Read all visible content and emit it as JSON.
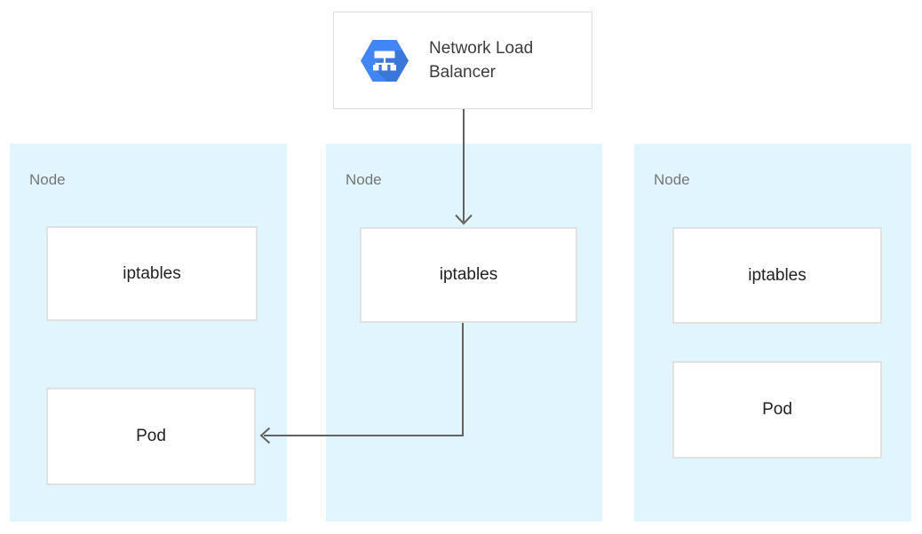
{
  "load_balancer": {
    "label": "Network Load Balancer",
    "icon": "network-load-balancer-hexagon"
  },
  "nodes": [
    {
      "label": "Node",
      "iptables_label": "iptables",
      "pod_label": "Pod"
    },
    {
      "label": "Node",
      "iptables_label": "iptables"
    },
    {
      "label": "Node",
      "iptables_label": "iptables",
      "pod_label": "Pod"
    }
  ],
  "arrows": [
    {
      "from": "network-load-balancer",
      "to": "node-2-iptables",
      "direction": "down"
    },
    {
      "from": "node-2-iptables",
      "to": "node-1-pod",
      "direction": "down-then-left"
    }
  ],
  "colors": {
    "node_background": "#e1f5fe",
    "box_background": "#ffffff",
    "box_border": "#e1e1e1",
    "nlb_border": "#dcdcdc",
    "arrow": "#616161",
    "node_label_text": "#757575",
    "box_label_text": "#212121",
    "icon_blue": "#4285f4",
    "icon_shadow": "#3367d6",
    "icon_glyph": "#ffffff"
  }
}
